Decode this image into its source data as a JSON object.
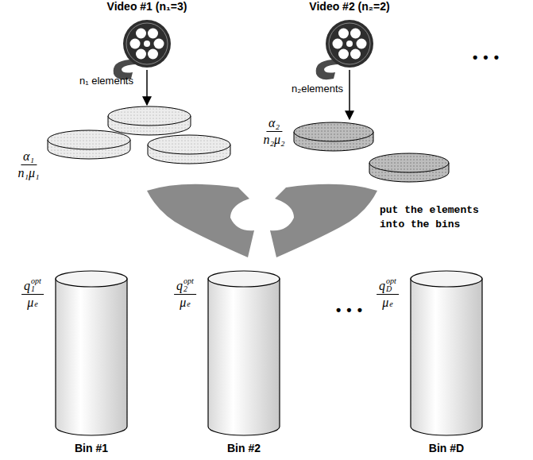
{
  "diagram": {
    "nodes": [
      {
        "text": [
          "q",
          "1",
          "opt",
          "μ",
          "e",
          "Bin #1"
        ]
      },
      {
        "text": [
          "q",
          "2",
          "opt",
          "μ",
          "e",
          "Bin #2"
        ]
      },
      {
        "text": [
          "q",
          "D",
          "opt",
          "μ",
          "e",
          "Bin #D"
        ]
      }
    ],
    "labels": [
      "Video #1 (n₁=3)",
      "Video #2 (n₂=2)",
      "• • •",
      "n₁ elements",
      "n₂elements",
      "α₁",
      "n₁μ₁",
      "α₂",
      "n₂μ₂",
      "put the elements into the bins",
      "• • •"
    ]
  }
}
